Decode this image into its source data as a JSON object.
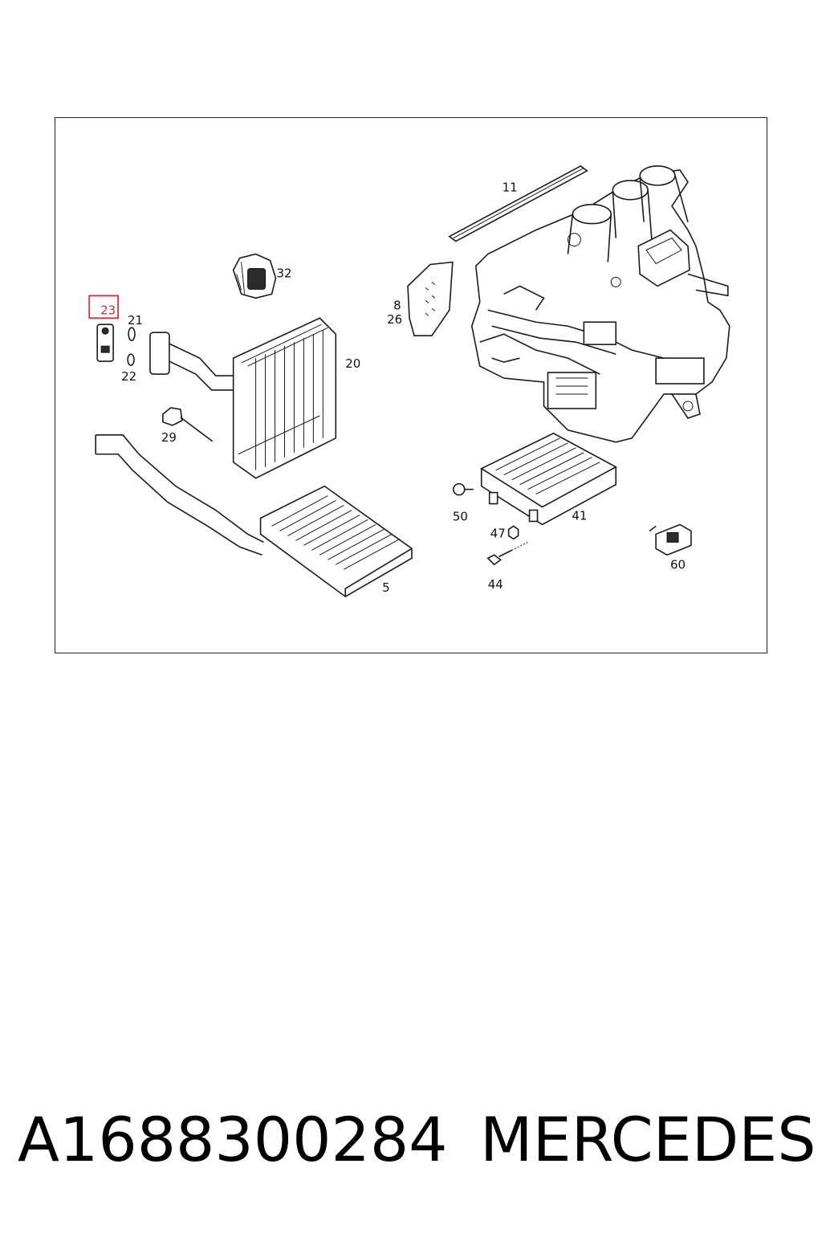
{
  "diagram": {
    "callouts": {
      "c11": "11",
      "c32": "32",
      "c8": "8",
      "c26": "26",
      "c23": "23",
      "c21": "21",
      "c22": "22",
      "c20": "20",
      "c29": "29",
      "c50": "50",
      "c41": "41",
      "c47": "47",
      "c44": "44",
      "c60": "60",
      "c5": "5"
    },
    "highlight_color": "#e0303a",
    "highlighted_callout": "23"
  },
  "footer": {
    "part_number": "A1688300284",
    "brand": "MERCEDES"
  }
}
